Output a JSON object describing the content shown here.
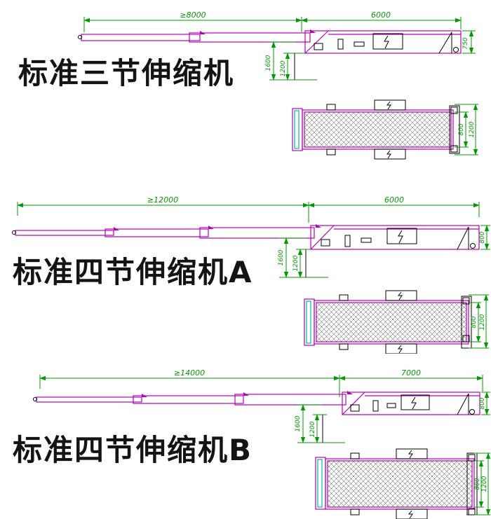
{
  "document": {
    "background": "#ffffff",
    "type_note": "CAD-style dimensioned drawings of telescopic belt conveyors, side view and plan view per model"
  },
  "colors": {
    "machine_outline": "#b300b3",
    "dimension": "#009900",
    "detail": "#000000",
    "roller_accent": "#00b3b3",
    "title_text": "#141414"
  },
  "sections": [
    {
      "title": "标准三节伸缩机",
      "side_view": {
        "length_extended": "≥8000",
        "length_base": "6000",
        "height_right": "750",
        "height_total": "1600",
        "height_lower": "1200"
      },
      "plan_view": {
        "belt_width": "800",
        "overall_width": "1200"
      }
    },
    {
      "title": "标准四节伸缩机A",
      "side_view": {
        "length_extended": "≥12000",
        "length_base": "6000",
        "height_right": "800",
        "height_total": "1600",
        "height_lower": "1200"
      },
      "plan_view": {
        "belt_width": "800",
        "overall_width": "1200"
      }
    },
    {
      "title": "标准四节伸缩机B",
      "side_view": {
        "length_extended": "≥14000",
        "length_base": "7000",
        "height_right": "800",
        "height_total": "1600",
        "height_lower": "1200"
      },
      "plan_view": {
        "belt_width": "800",
        "overall_width": "1200"
      }
    }
  ]
}
